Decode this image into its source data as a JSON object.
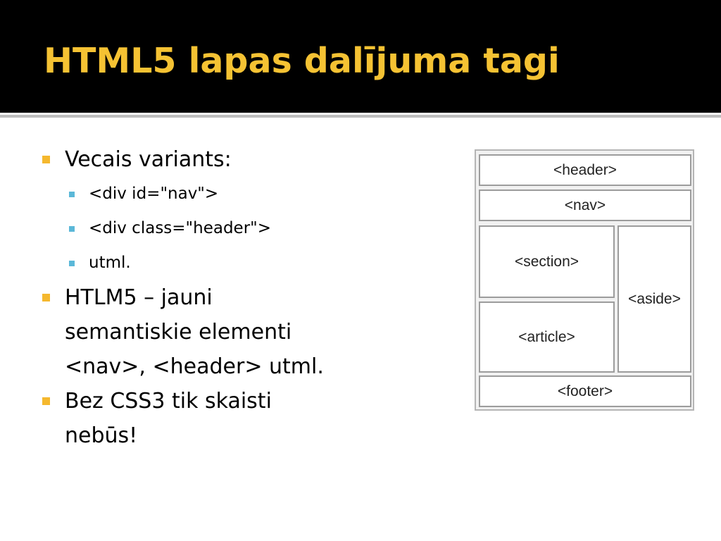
{
  "slide": {
    "title": "HTML5 lapas dalījuma tagi",
    "bullets": [
      {
        "text": "Vecais variants:",
        "sub": [
          "<div id=\"nav\">",
          "<div class=\"header\">",
          "utml."
        ]
      },
      {
        "lines": [
          "HTLM5 – jauni",
          "semantiskie elementi",
          "<nav>, <header> utml."
        ]
      },
      {
        "lines": [
          "Bez CSS3 tik skaisti",
          "nebūs!"
        ]
      }
    ]
  },
  "diagram": {
    "header": "<header>",
    "nav": "<nav>",
    "section": "<section>",
    "article": "<article>",
    "aside": "<aside>",
    "footer": "<footer>"
  },
  "colors": {
    "title_bar": "#000000",
    "title_text": "#f5c233",
    "bullet_marker": "#f5b82e",
    "sub_bullet_marker": "#5bb8d8"
  }
}
